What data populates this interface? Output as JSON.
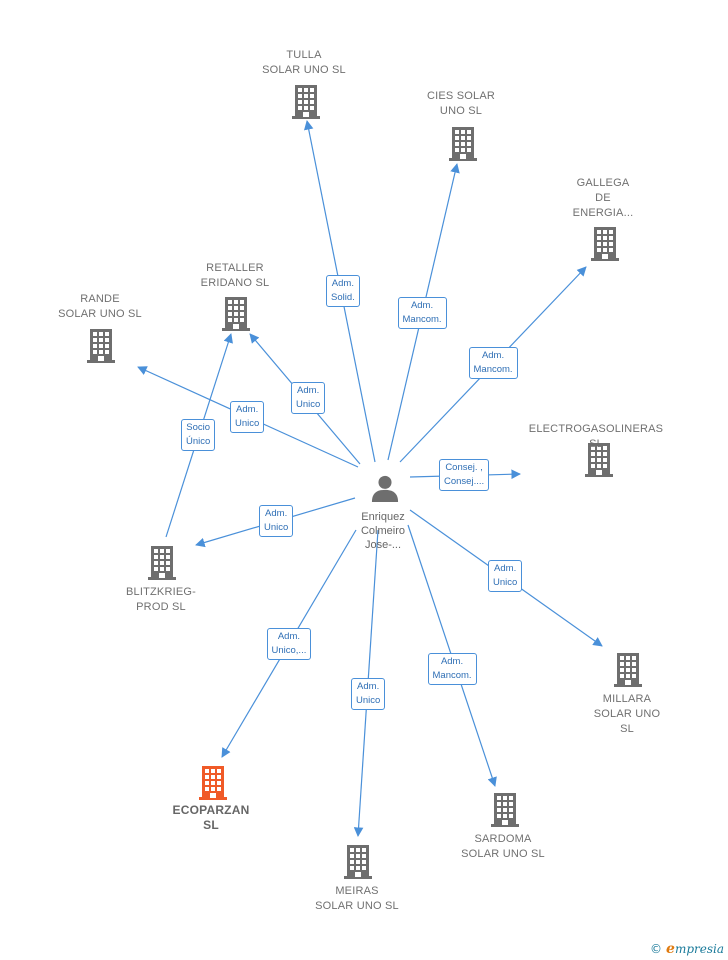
{
  "center": {
    "label": "Enriquez\nColmeiro\nJose-..."
  },
  "nodes": [
    {
      "id": "tulla",
      "label": "TULLA\nSOLAR UNO SL",
      "highlight": false
    },
    {
      "id": "cies",
      "label": "CIES SOLAR\nUNO SL",
      "highlight": false
    },
    {
      "id": "gallega",
      "label": "GALLEGA\nDE\nENERGIA...",
      "highlight": false
    },
    {
      "id": "retaller",
      "label": "RETALLER\nERIDANO  SL",
      "highlight": false
    },
    {
      "id": "rande",
      "label": "RANDE\nSOLAR UNO SL",
      "highlight": false
    },
    {
      "id": "electro",
      "label": "ELECTROGASOLINERAS SL",
      "highlight": false
    },
    {
      "id": "blitz",
      "label": "BLITZKRIEG-\nPROD  SL",
      "highlight": false
    },
    {
      "id": "millara",
      "label": "MILLARA\nSOLAR UNO\nSL",
      "highlight": false
    },
    {
      "id": "ecoparzan",
      "label": "ECOPARZAN\nSL",
      "highlight": true
    },
    {
      "id": "sardoma",
      "label": "SARDOMA\nSOLAR UNO SL",
      "highlight": false
    },
    {
      "id": "meiras",
      "label": "MEIRAS\nSOLAR UNO SL",
      "highlight": false
    }
  ],
  "edges": [
    {
      "to": "tulla",
      "label": "Adm.\nSolid."
    },
    {
      "to": "cies",
      "label": "Adm.\nMancom."
    },
    {
      "to": "gallega",
      "label": "Adm.\nMancom."
    },
    {
      "to": "retaller",
      "label": "Adm.\nUnico"
    },
    {
      "to": "rande",
      "label": "Adm.\nUnico"
    },
    {
      "to": "electro",
      "label": "Consej. ,\nConsej...."
    },
    {
      "to": "blitz",
      "label": "Adm.\nUnico"
    },
    {
      "to": "millara",
      "label": "Adm.\nUnico"
    },
    {
      "to": "ecoparzan",
      "label": "Adm.\nUnico,..."
    },
    {
      "to": "meiras",
      "label": "Adm.\nUnico"
    },
    {
      "to": "sardoma",
      "label": "Adm.\nMancom."
    },
    {
      "from": "blitz",
      "to": "retaller",
      "label": "Socio\nÚnico"
    }
  ],
  "colors": {
    "edge": "#4a90d9",
    "node": "#6e6e6e",
    "highlight": "#f05a28"
  },
  "footer": {
    "copyright": "©",
    "brand_first": "e",
    "brand_rest": "mpresia"
  }
}
